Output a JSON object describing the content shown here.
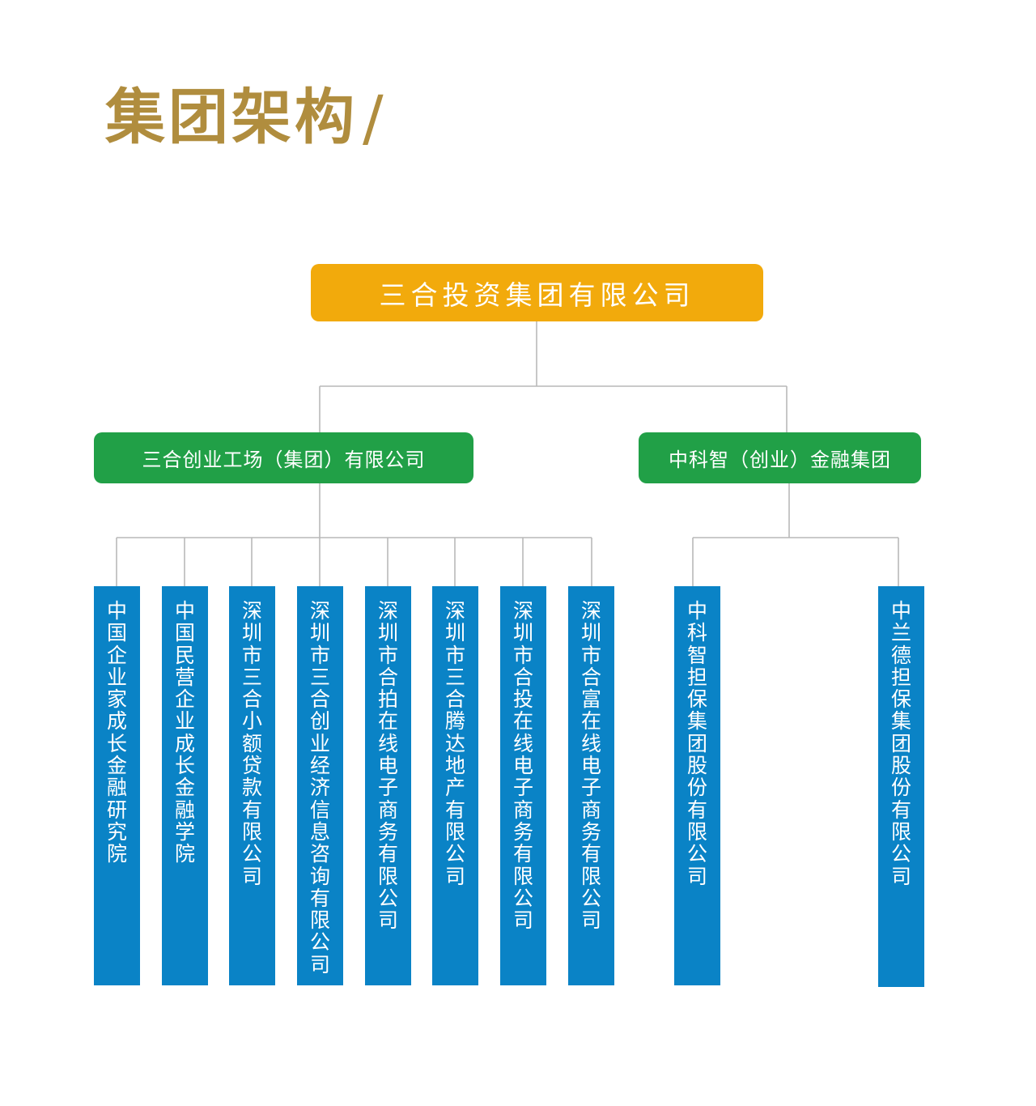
{
  "header": {
    "title": "集团架构",
    "slash": "/"
  },
  "colors": {
    "title": "#b08d3e",
    "root": "#f2aa0c",
    "mid": "#21a047",
    "leaf": "#0a83c6",
    "line": "#b9b9b9"
  },
  "org": {
    "root": "三合投资集团有限公司",
    "branches": [
      {
        "name": "三合创业工场（集团）有限公司",
        "children": [
          "中国企业家成长金融研究院",
          "中国民营企业成长金融学院",
          "深圳市三合小额贷款有限公司",
          "深圳市三合创业经济信息咨询有限公司",
          "深圳市合拍在线电子商务有限公司",
          "深圳市三合腾达地产有限公司",
          "深圳市合投在线电子商务有限公司",
          "深圳市合富在线电子商务有限公司"
        ]
      },
      {
        "name": "中科智（创业）金融集团",
        "children": [
          "中科智担保集团股份有限公司",
          "中兰德担保集团股份有限公司"
        ]
      }
    ]
  }
}
